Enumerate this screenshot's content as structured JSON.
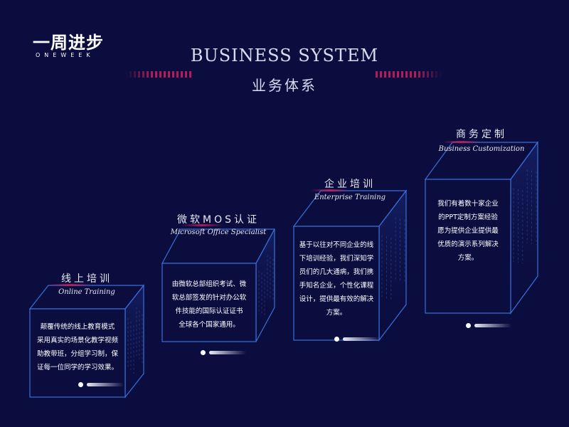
{
  "logo": {
    "cn": "一周进步",
    "en": "ONEWEEK"
  },
  "header": {
    "title_en": "BUSINESS SYSTEM",
    "title_cn": "业务体系"
  },
  "colors": {
    "background": "#0b0d3f",
    "cube_line": "#3a6fd8",
    "accent": "#be1e5a"
  },
  "steps": [
    {
      "title_cn": "线上培训",
      "title_en": "Online Training",
      "lines": [
        "颠覆传统的线上教育模式",
        "采用真实的场景化教学视频",
        "助教带班，分组学习制，保",
        "证每一位同学的学习效果。"
      ]
    },
    {
      "title_cn": "微软MOS认证",
      "title_en": "Microsoft Office Specialist",
      "lines": [
        "由微软总部组织考试、微",
        "软总部签发的针对办公软",
        "件技能的国际认证证书",
        "全球各个国家通用。"
      ]
    },
    {
      "title_cn": "企业培训",
      "title_en": "Enterprise Training",
      "lines": [
        "基于以往对不同企业的线",
        "下培训经验，我们深知学",
        "员们的几大通病，我们携",
        "手知名企业，个性化课程",
        "设计，提供最有效的解决",
        "方案。"
      ]
    },
    {
      "title_cn": "商务定制",
      "title_en": "Business Customization",
      "lines": [
        "我们有着数十家企业",
        "的PPT定制方案经验",
        "愿为提供企业提供最",
        "优质的演示系列解决",
        "方案。"
      ]
    }
  ]
}
